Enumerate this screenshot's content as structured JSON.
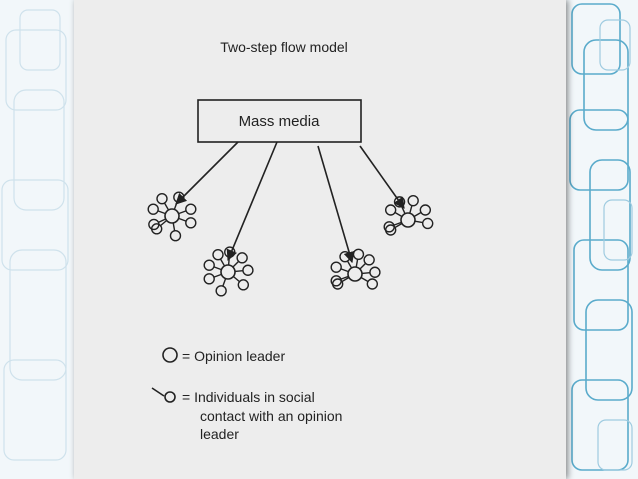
{
  "title": "Two-step flow model",
  "source": {
    "label": "Mass media"
  },
  "legend": [
    {
      "symbol": "circle-icon",
      "text_lines": [
        "= Opinion leader"
      ]
    },
    {
      "symbol": "connected-circle-icon",
      "text_lines": [
        "= Individuals in social",
        "contact with an opinion",
        "leader"
      ]
    }
  ],
  "colors": {
    "page": "#ededed",
    "ink": "#222222",
    "frame_accent": "#4aa3c7",
    "background": "#f2f7fa"
  }
}
